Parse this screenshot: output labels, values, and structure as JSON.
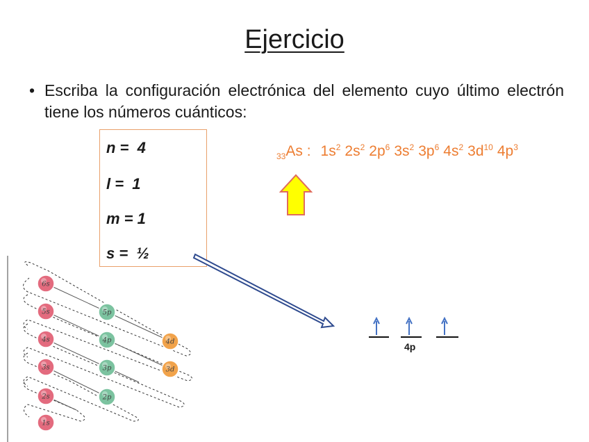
{
  "title": "Ejercicio",
  "bullet": {
    "marker": "•",
    "text": "Escriba la configuración electrónica del elemento cuyo último electrón tiene los números cuánticos:"
  },
  "quantum_numbers": [
    {
      "text": "n =  4"
    },
    {
      "text": "l =  1"
    },
    {
      "text": "m = 1"
    },
    {
      "text": "s =  ½"
    }
  ],
  "configuration": {
    "atomic_number": "33",
    "symbol": "As :",
    "terms": [
      {
        "orb": "1s",
        "e": "2"
      },
      {
        "orb": "2s",
        "e": "2"
      },
      {
        "orb": "2p",
        "e": "6"
      },
      {
        "orb": "3s",
        "e": "2"
      },
      {
        "orb": "3p",
        "e": "6"
      },
      {
        "orb": "4s",
        "e": "2"
      },
      {
        "orb": "3d",
        "e": "10"
      },
      {
        "orb": "4p",
        "e": "3"
      }
    ]
  },
  "orbital_box": {
    "label": "4p",
    "electrons_up": 3
  },
  "aufbau": {
    "orbitals": [
      "6s",
      "5s",
      "5p",
      "4s",
      "4p",
      "4d",
      "3s",
      "3p",
      "3d",
      "2s",
      "2p",
      "1s"
    ]
  },
  "colors": {
    "accent": "#ed7d31",
    "up_arrow_fill": "#ffff00",
    "up_arrow_stroke": "#e06c5c",
    "hollow_arrow": "#2f4b8f",
    "electron_arrow": "#4472c4",
    "s_orbital": "#e36b7e",
    "p_orbital": "#7cc3a0",
    "d_orbital": "#f1a34b"
  }
}
